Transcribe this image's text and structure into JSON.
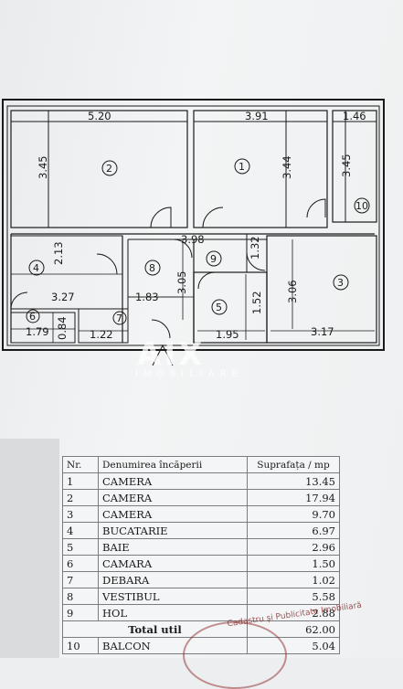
{
  "plan": {
    "dimensions": {
      "room2_width": "5.20",
      "room1_width": "3.91",
      "room10_width": "1.46",
      "room2_height": "3.45",
      "room1_height": "3.44",
      "room10_height": "3.45",
      "hall_width": "3.98",
      "room4_height": "2.13",
      "room9_height": "1.32",
      "room4_width": "3.27",
      "room8_width": "1.83",
      "room8_height": "3.05",
      "room3_height": "3.06",
      "room5_height": "1.52",
      "room6_width": "1.79",
      "room6_height": "0.84",
      "room7_width": "1.22",
      "room5_width": "1.95",
      "room3_width": "3.17"
    },
    "room_numbers": [
      "1",
      "2",
      "3",
      "4",
      "5",
      "6",
      "7",
      "8",
      "9",
      "10"
    ]
  },
  "watermark": {
    "brand": "AIX",
    "tagline": "IMOBILIARE"
  },
  "table": {
    "headers": {
      "nr": "Nr.",
      "name": "Denumirea încăperii",
      "area": "Suprafața / mp"
    },
    "rows": [
      {
        "nr": "1",
        "name": "CAMERA",
        "area": "13.45"
      },
      {
        "nr": "2",
        "name": "CAMERA",
        "area": "17.94"
      },
      {
        "nr": "3",
        "name": "CAMERA",
        "area": "9.70"
      },
      {
        "nr": "4",
        "name": "BUCATARIE",
        "area": "6.97"
      },
      {
        "nr": "5",
        "name": "BAIE",
        "area": "2.96"
      },
      {
        "nr": "6",
        "name": "CAMARA",
        "area": "1.50"
      },
      {
        "nr": "7",
        "name": "DEBARA",
        "area": "1.02"
      },
      {
        "nr": "8",
        "name": "VESTIBUL",
        "area": "5.58"
      },
      {
        "nr": "9",
        "name": "HOL",
        "area": "2.88"
      }
    ],
    "total": {
      "label": "Total util",
      "area": "62.00"
    },
    "balcony": {
      "nr": "10",
      "name": "BALCON",
      "area": "5.04"
    }
  },
  "stamp_text": "Cadastru și Publicitate Imobiliară"
}
